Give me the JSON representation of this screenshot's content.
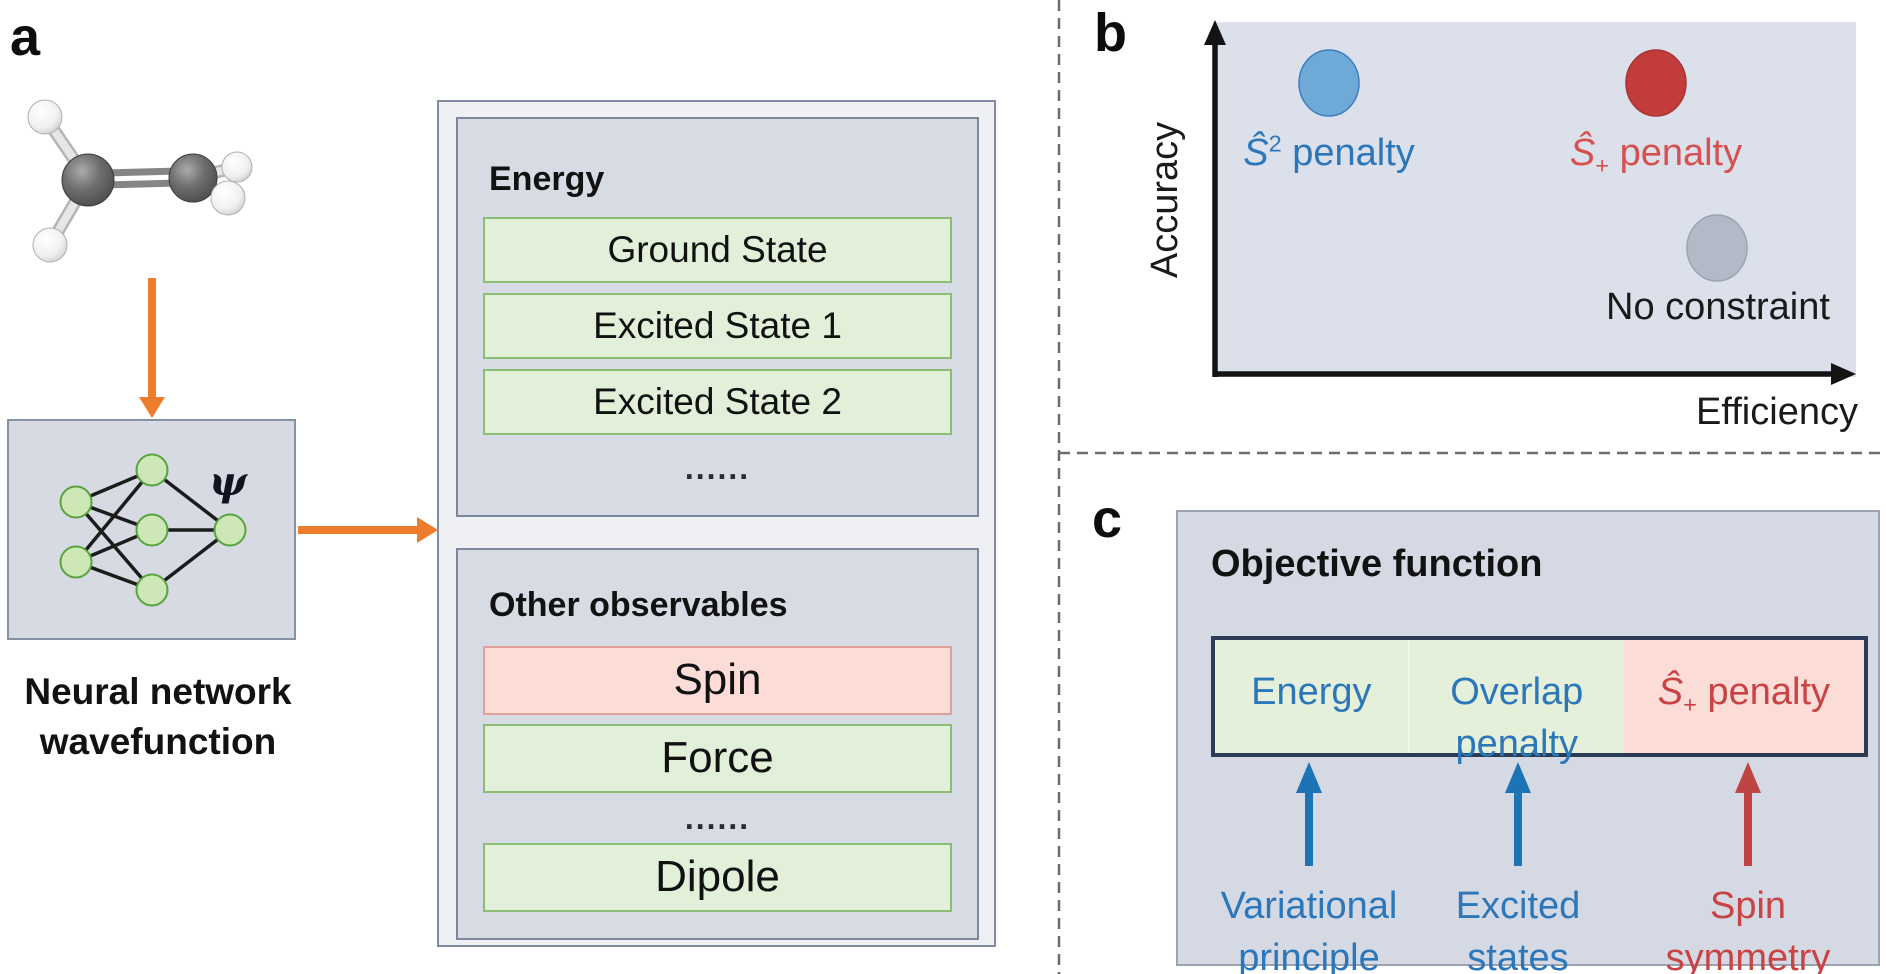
{
  "figure": {
    "panel_a_label": "a",
    "panel_b_label": "b",
    "panel_c_label": "c"
  },
  "a": {
    "molecule_icon": "ethylene-ball-and-stick-molecule",
    "psi_symbol": "ψ",
    "caption": "Neural network wavefunction",
    "energy_title": "Energy",
    "energy_rows": [
      "Ground State",
      "Excited State 1",
      "Excited State 2"
    ],
    "energy_ellipsis": "......",
    "observables_title": "Other observables",
    "observables_rows": [
      "Spin",
      "Force",
      "Dipole"
    ],
    "observables_ellipsis": "......"
  },
  "b": {
    "y_axis_label": "Accuracy",
    "x_axis_label": "Efficiency",
    "s2_label": {
      "symbol": "Ŝ",
      "sup": "2",
      "rest": " penalty"
    },
    "splus_label": {
      "symbol": "Ŝ",
      "sub": "+",
      "rest": " penalty"
    },
    "no_constraint_label": "No constraint",
    "points": [
      {
        "name": "S2 penalty",
        "color": "#6fa9d8",
        "accuracy": "high",
        "efficiency": "low"
      },
      {
        "name": "S+ penalty",
        "color": "#c23c3c",
        "accuracy": "high",
        "efficiency": "high"
      },
      {
        "name": "No constraint",
        "color": "#b4b9c7",
        "accuracy": "low",
        "efficiency": "high"
      }
    ]
  },
  "c": {
    "title": "Objective function",
    "segments": [
      "Energy",
      "Overlap penalty"
    ],
    "splus_segment": {
      "symbol": "Ŝ",
      "sub": "+",
      "rest": " penalty"
    },
    "arrow_labels": [
      "Variational principle",
      "Excited states",
      "Spin symmetry"
    ]
  },
  "colors": {
    "orange_arrow": "#ee7c2d",
    "panel_gray": "#d7dbe4",
    "plot_background": "#dce0ea",
    "green_fill": "#e3f0d9",
    "green_border": "#8cbd74",
    "pink_fill": "#fbdcd7",
    "pink_border": "#dfa29b",
    "blue_text": "#2b77b9",
    "red_text": "#d6504f",
    "blue_arrow": "#1c73b5",
    "red_arrow": "#bf4444",
    "bar_border": "#2b3a55",
    "node_green": "#cde7b6"
  }
}
